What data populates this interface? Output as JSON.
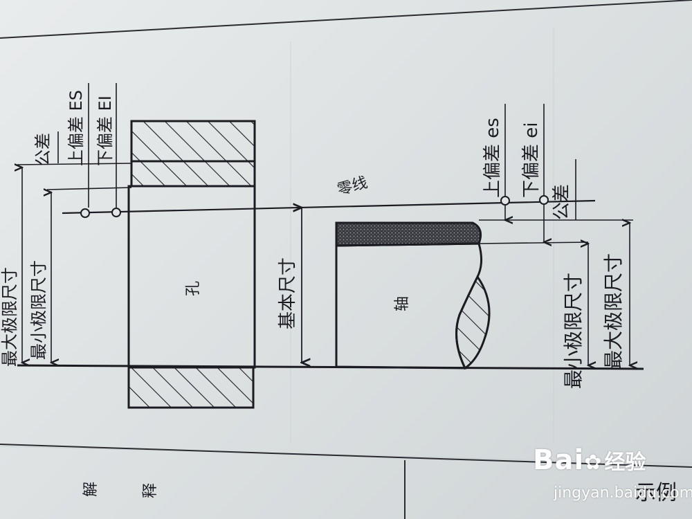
{
  "labels": {
    "max_limit_left": "最大极限尺寸",
    "min_limit_left": "最小极限尺寸",
    "tolerance_left": "公差",
    "upper_dev_left": "上偏差 ES",
    "lower_dev_left": "下偏差 EI",
    "hole": "孔",
    "zero_line": "零线",
    "basic_size": "基本尺寸",
    "shaft": "轴",
    "upper_dev_right": "上偏差 es",
    "lower_dev_right": "下偏差 ei",
    "tolerance_right": "公差",
    "min_limit_right": "最小极限尺寸",
    "max_limit_right": "最大极限尺寸"
  },
  "footer": {
    "cell_a": "解",
    "cell_b": "释",
    "cell_c": "示例"
  },
  "watermark": {
    "brand": "Bai",
    "brand_suffix": "经验",
    "url": "jingyan.baidu.com"
  },
  "colors": {
    "ink": "#1b1c22",
    "paper": "#e2e6e7"
  }
}
